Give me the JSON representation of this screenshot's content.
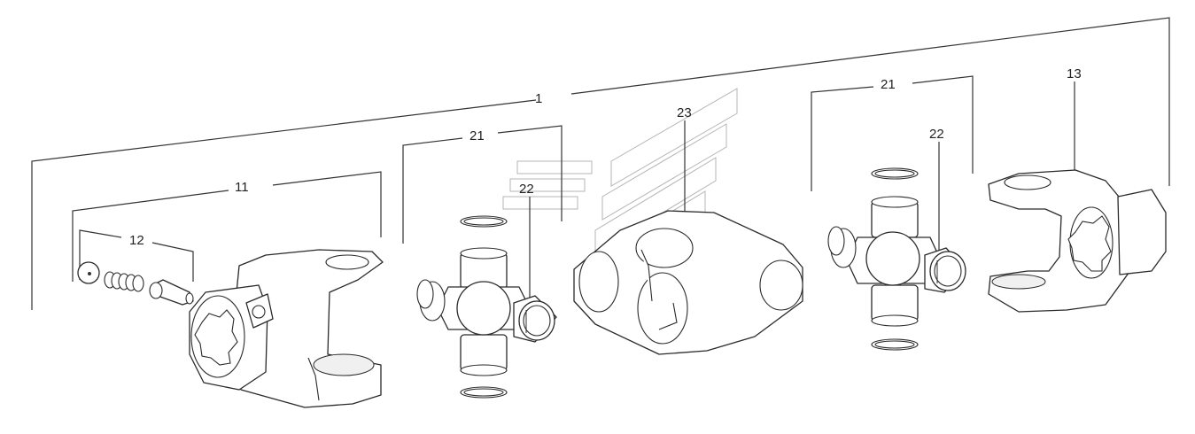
{
  "callouts": {
    "assembly": "1",
    "yoke_left": "11",
    "spring_kit": "12",
    "yoke_right": "13",
    "cross_kit_left": "21",
    "cross_kit_right": "21",
    "bearing_left": "22",
    "bearing_right": "22",
    "center_housing": "23"
  }
}
